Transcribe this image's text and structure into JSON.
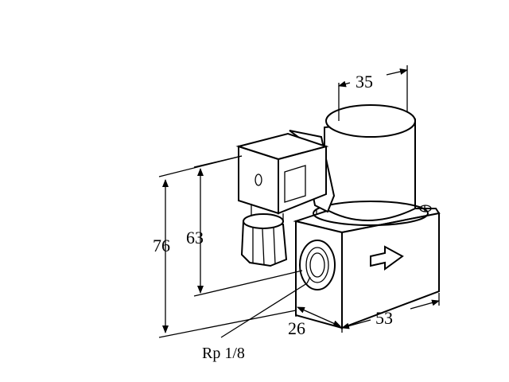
{
  "drawing": {
    "dimensions": {
      "coil_diameter": "35",
      "overall_height": "76",
      "connector_height": "63",
      "body_width": "26",
      "body_length": "53"
    },
    "thread_label": "Rp 1/8"
  }
}
